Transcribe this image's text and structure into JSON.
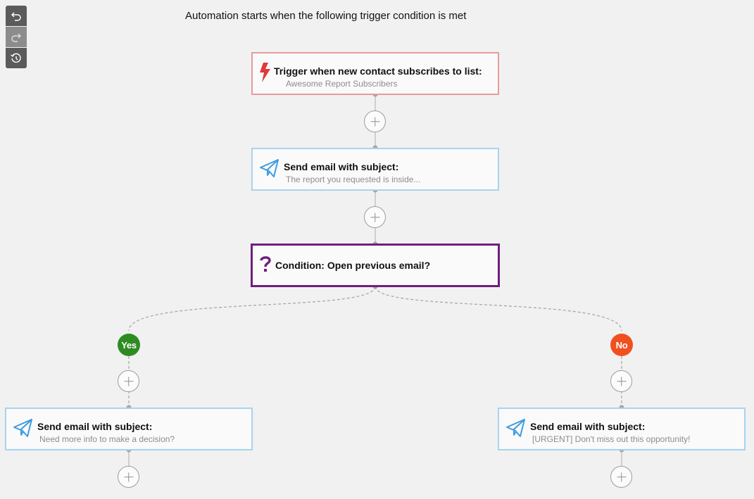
{
  "toolbar": {
    "undo_icon": "undo-icon",
    "redo_icon": "redo-icon",
    "history_icon": "history-icon"
  },
  "header": {
    "title": "Automation starts when the following trigger condition is met"
  },
  "nodes": {
    "trigger": {
      "icon": "lightning-icon",
      "title": "Trigger when new contact subscribes to list:",
      "subtitle": "Awesome Report Subscribers"
    },
    "email_main": {
      "icon": "paper-plane-icon",
      "title": "Send email with subject:",
      "subtitle": "The report you requested is inside..."
    },
    "condition": {
      "icon": "question-icon",
      "title": "Condition: Open previous email?"
    },
    "email_yes": {
      "icon": "paper-plane-icon",
      "title": "Send email with subject:",
      "subtitle": "Need more info to make a decision?"
    },
    "email_no": {
      "icon": "paper-plane-icon",
      "title": "Send email with subject:",
      "subtitle": "[URGENT] Don't miss out this opportunity!"
    }
  },
  "branches": {
    "yes_label": "Yes",
    "no_label": "No"
  },
  "colors": {
    "trigger_border": "#e79b9b",
    "email_border": "#a8d3ef",
    "condition_border": "#6f1f7e",
    "yes": "#2e8b22",
    "no": "#f0501f",
    "lightning": "#e2373b",
    "plane": "#3d9be0"
  }
}
